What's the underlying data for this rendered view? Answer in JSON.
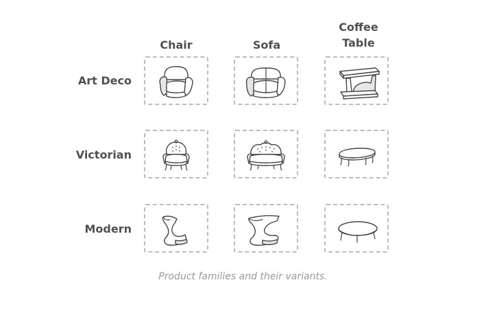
{
  "columns": {
    "chair": "Chair",
    "sofa": "Sofa",
    "coffee_table_line1": "Coffee",
    "coffee_table_line2": "Table"
  },
  "rows": {
    "art_deco": "Art Deco",
    "victorian": "Victorian",
    "modern": "Modern"
  },
  "cells": [
    [
      "art-deco-chair-icon",
      "art-deco-sofa-icon",
      "art-deco-coffee-table-icon"
    ],
    [
      "victorian-chair-icon",
      "victorian-sofa-icon",
      "victorian-coffee-table-icon"
    ],
    [
      "modern-chair-icon",
      "modern-sofa-icon",
      "modern-coffee-table-icon"
    ]
  ],
  "caption": "Product families and their variants."
}
